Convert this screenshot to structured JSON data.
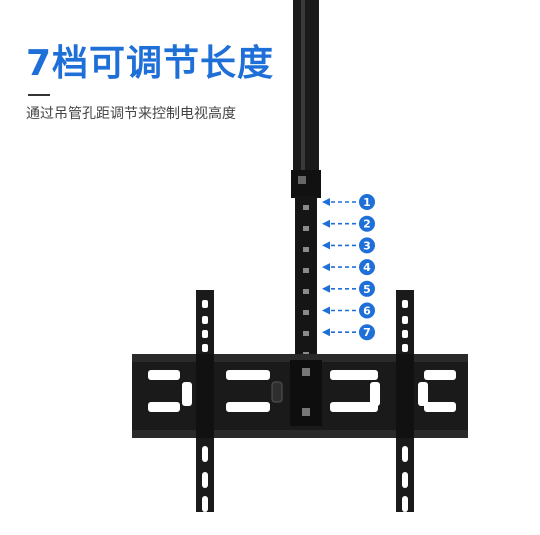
{
  "headline": "7档可调节长度",
  "subline": "通过吊管孔距调节来控制电视高度",
  "colors": {
    "accent": "#1f6fd8",
    "metal": "#1a1a1a",
    "text": "#444444"
  },
  "steps": [
    "1",
    "2",
    "3",
    "4",
    "5",
    "6",
    "7"
  ]
}
